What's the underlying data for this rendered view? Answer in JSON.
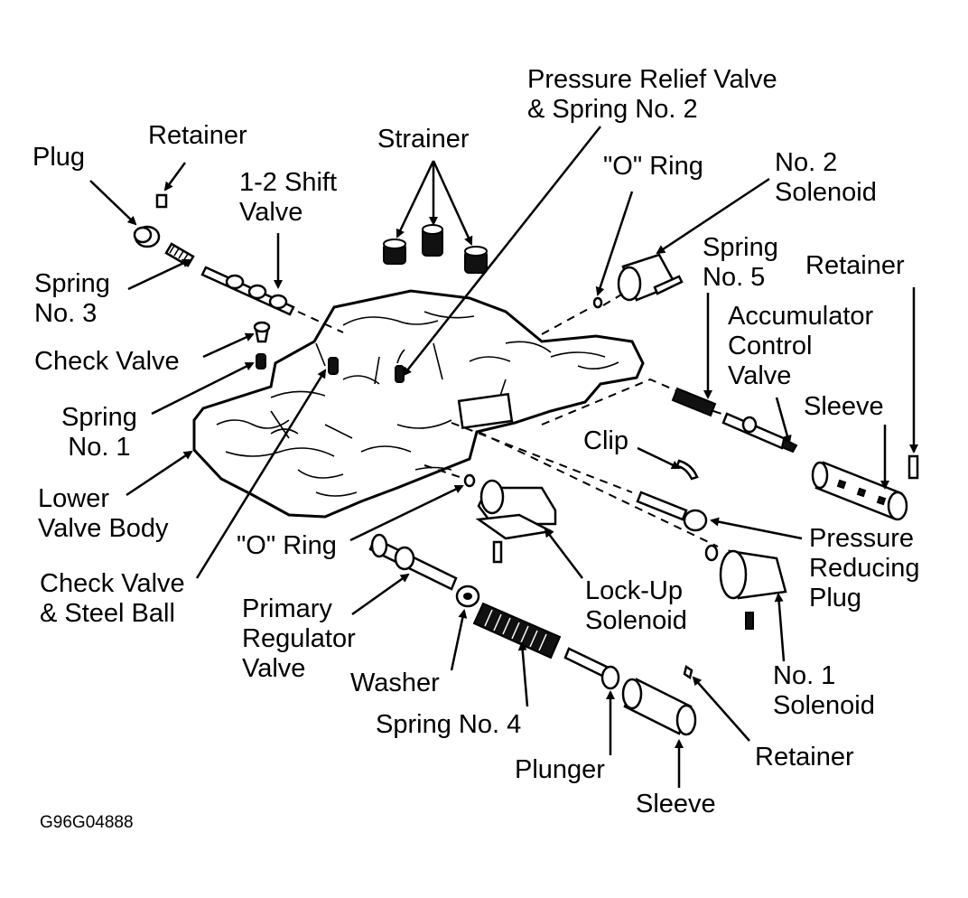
{
  "labels": {
    "retainer_top": "Retainer",
    "plug": "Plug",
    "shift_valve": [
      "1-2 Shift",
      "Valve"
    ],
    "strainer": "Strainer",
    "pressure_relief": [
      "Pressure Relief Valve",
      "& Spring No. 2"
    ],
    "o_ring_top": "\"O\" Ring",
    "no2_solenoid": [
      "No. 2",
      "Solenoid"
    ],
    "spring_no3": [
      "Spring",
      "No. 3"
    ],
    "spring_no5": [
      "Spring",
      "No. 5"
    ],
    "retainer_right": "Retainer",
    "check_valve": "Check Valve",
    "accumulator": [
      "Accumulator",
      "Control",
      "Valve"
    ],
    "spring_no1": [
      "Spring",
      "No. 1"
    ],
    "sleeve_right": "Sleeve",
    "clip": "Clip",
    "lower_valve_body": [
      "Lower",
      "Valve Body"
    ],
    "o_ring_bottom": "\"O\" Ring",
    "pressure_reducing": [
      "Pressure",
      "Reducing",
      "Plug"
    ],
    "check_valve_ball": [
      "Check Valve",
      "& Steel Ball"
    ],
    "lockup_solenoid": [
      "Lock-Up",
      "Solenoid"
    ],
    "primary_regulator": [
      "Primary",
      "Regulator",
      "Valve"
    ],
    "washer": "Washer",
    "no1_solenoid": [
      "No. 1",
      "Solenoid"
    ],
    "spring_no4": "Spring No. 4",
    "plunger": "Plunger",
    "retainer_bottom": "Retainer",
    "sleeve_bottom": "Sleeve"
  },
  "figure_code": "G96G04888"
}
